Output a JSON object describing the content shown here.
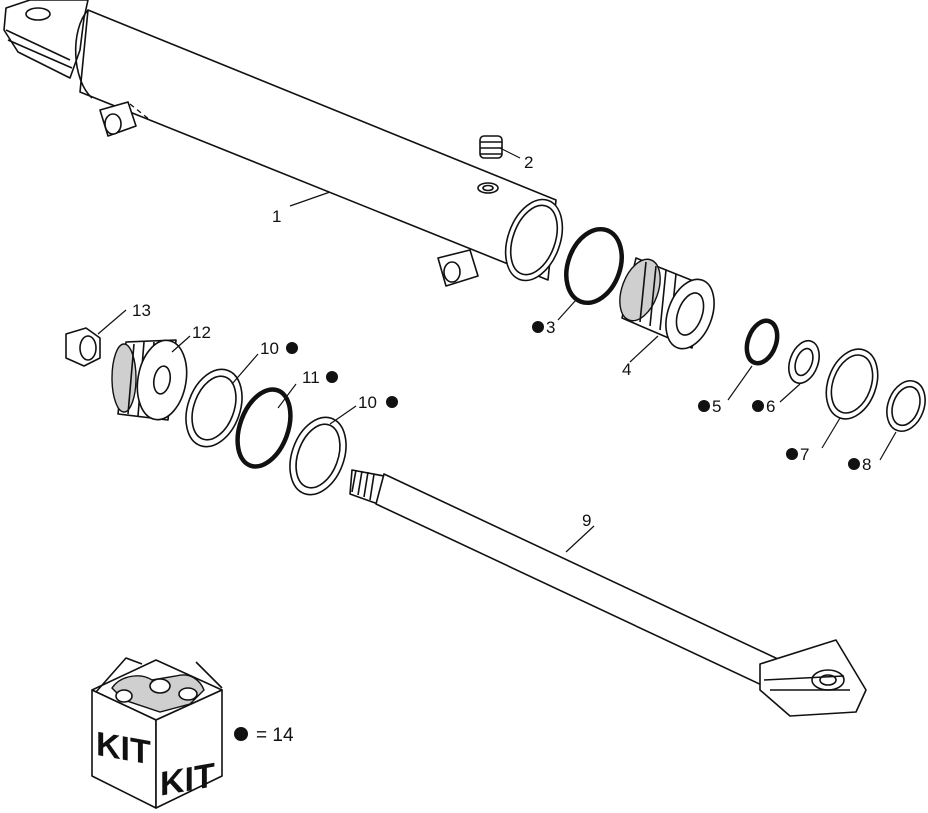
{
  "callouts": [
    {
      "id": "1",
      "label": "1",
      "kit": false
    },
    {
      "id": "2",
      "label": "2",
      "kit": false
    },
    {
      "id": "3",
      "label": "3",
      "kit": true
    },
    {
      "id": "4",
      "label": "4",
      "kit": false
    },
    {
      "id": "5",
      "label": "5",
      "kit": true
    },
    {
      "id": "6",
      "label": "6",
      "kit": true
    },
    {
      "id": "7",
      "label": "7",
      "kit": true
    },
    {
      "id": "8",
      "label": "8",
      "kit": true
    },
    {
      "id": "9",
      "label": "9",
      "kit": false
    },
    {
      "id": "10a",
      "label": "10",
      "kit": true
    },
    {
      "id": "10b",
      "label": "10",
      "kit": true
    },
    {
      "id": "11",
      "label": "11",
      "kit": true
    },
    {
      "id": "12",
      "label": "12",
      "kit": false
    },
    {
      "id": "13",
      "label": "13",
      "kit": false
    }
  ],
  "kit_box": {
    "face_left_text": "KIT",
    "face_right_text": "KIT",
    "legend_text": "= 14"
  }
}
